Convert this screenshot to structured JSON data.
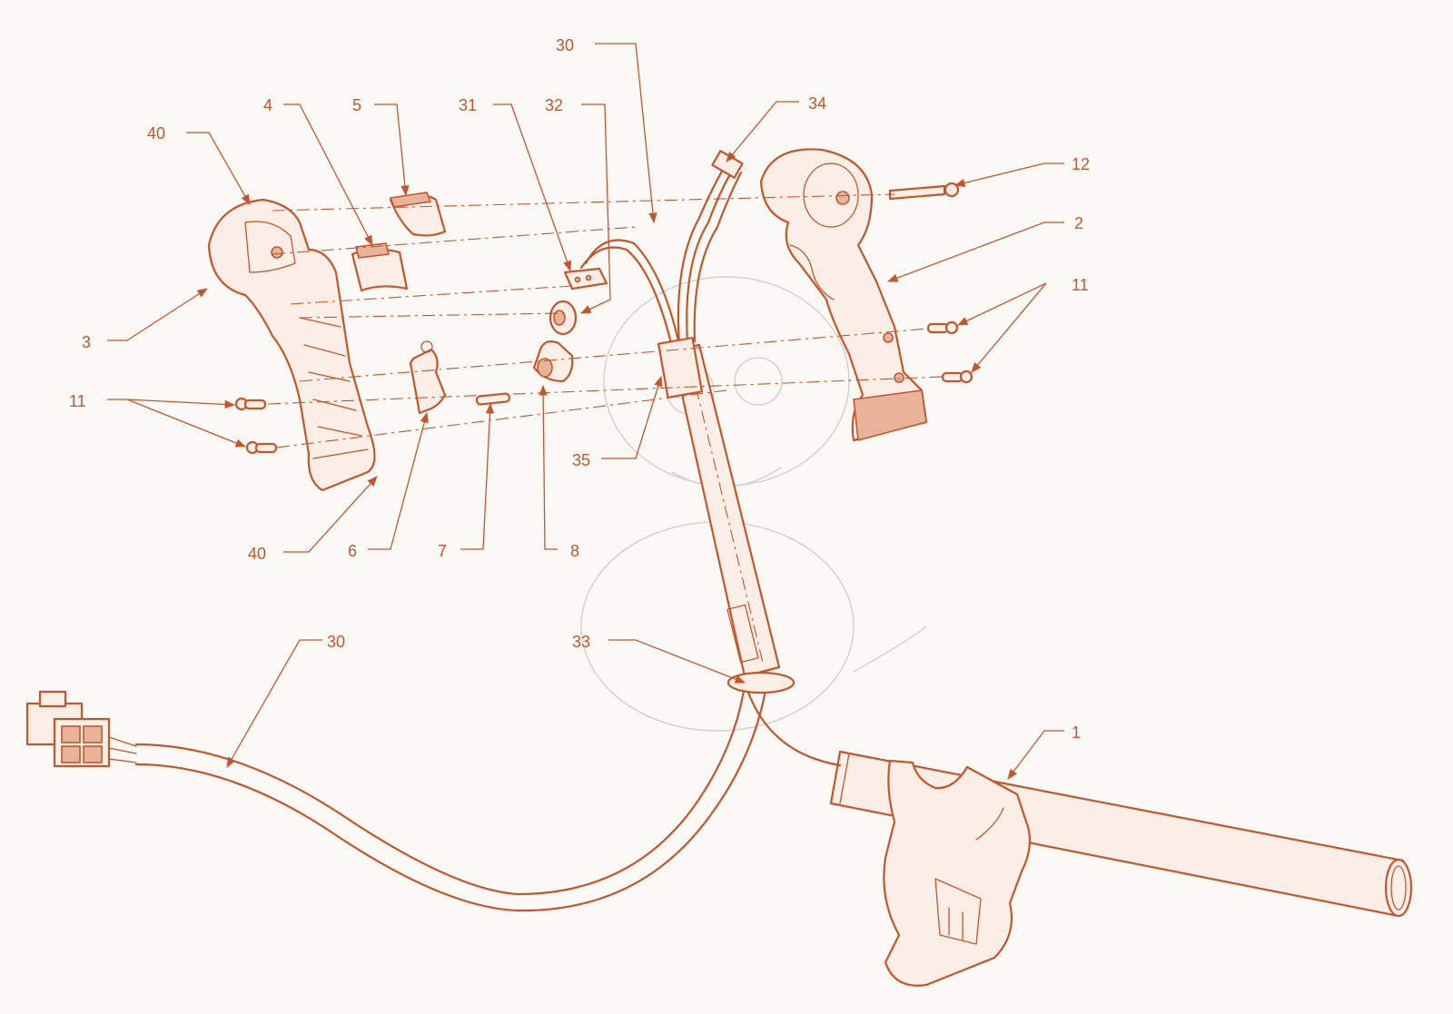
{
  "colors": {
    "line": "#c4562c",
    "background": "#fbf9f6",
    "watermark": "#d8d3cd"
  },
  "callouts": {
    "c30_top": "30",
    "c4": "4",
    "c5": "5",
    "c31": "31",
    "c32": "32",
    "c34": "34",
    "c40_top": "40",
    "c12": "12",
    "c2": "2",
    "c11_right": "11",
    "c3": "3",
    "c11_left": "11",
    "c35": "35",
    "c40_bottom": "40",
    "c6": "6",
    "c7": "7",
    "c8": "8",
    "c30_bottom": "30",
    "c33": "33",
    "c1": "1"
  }
}
